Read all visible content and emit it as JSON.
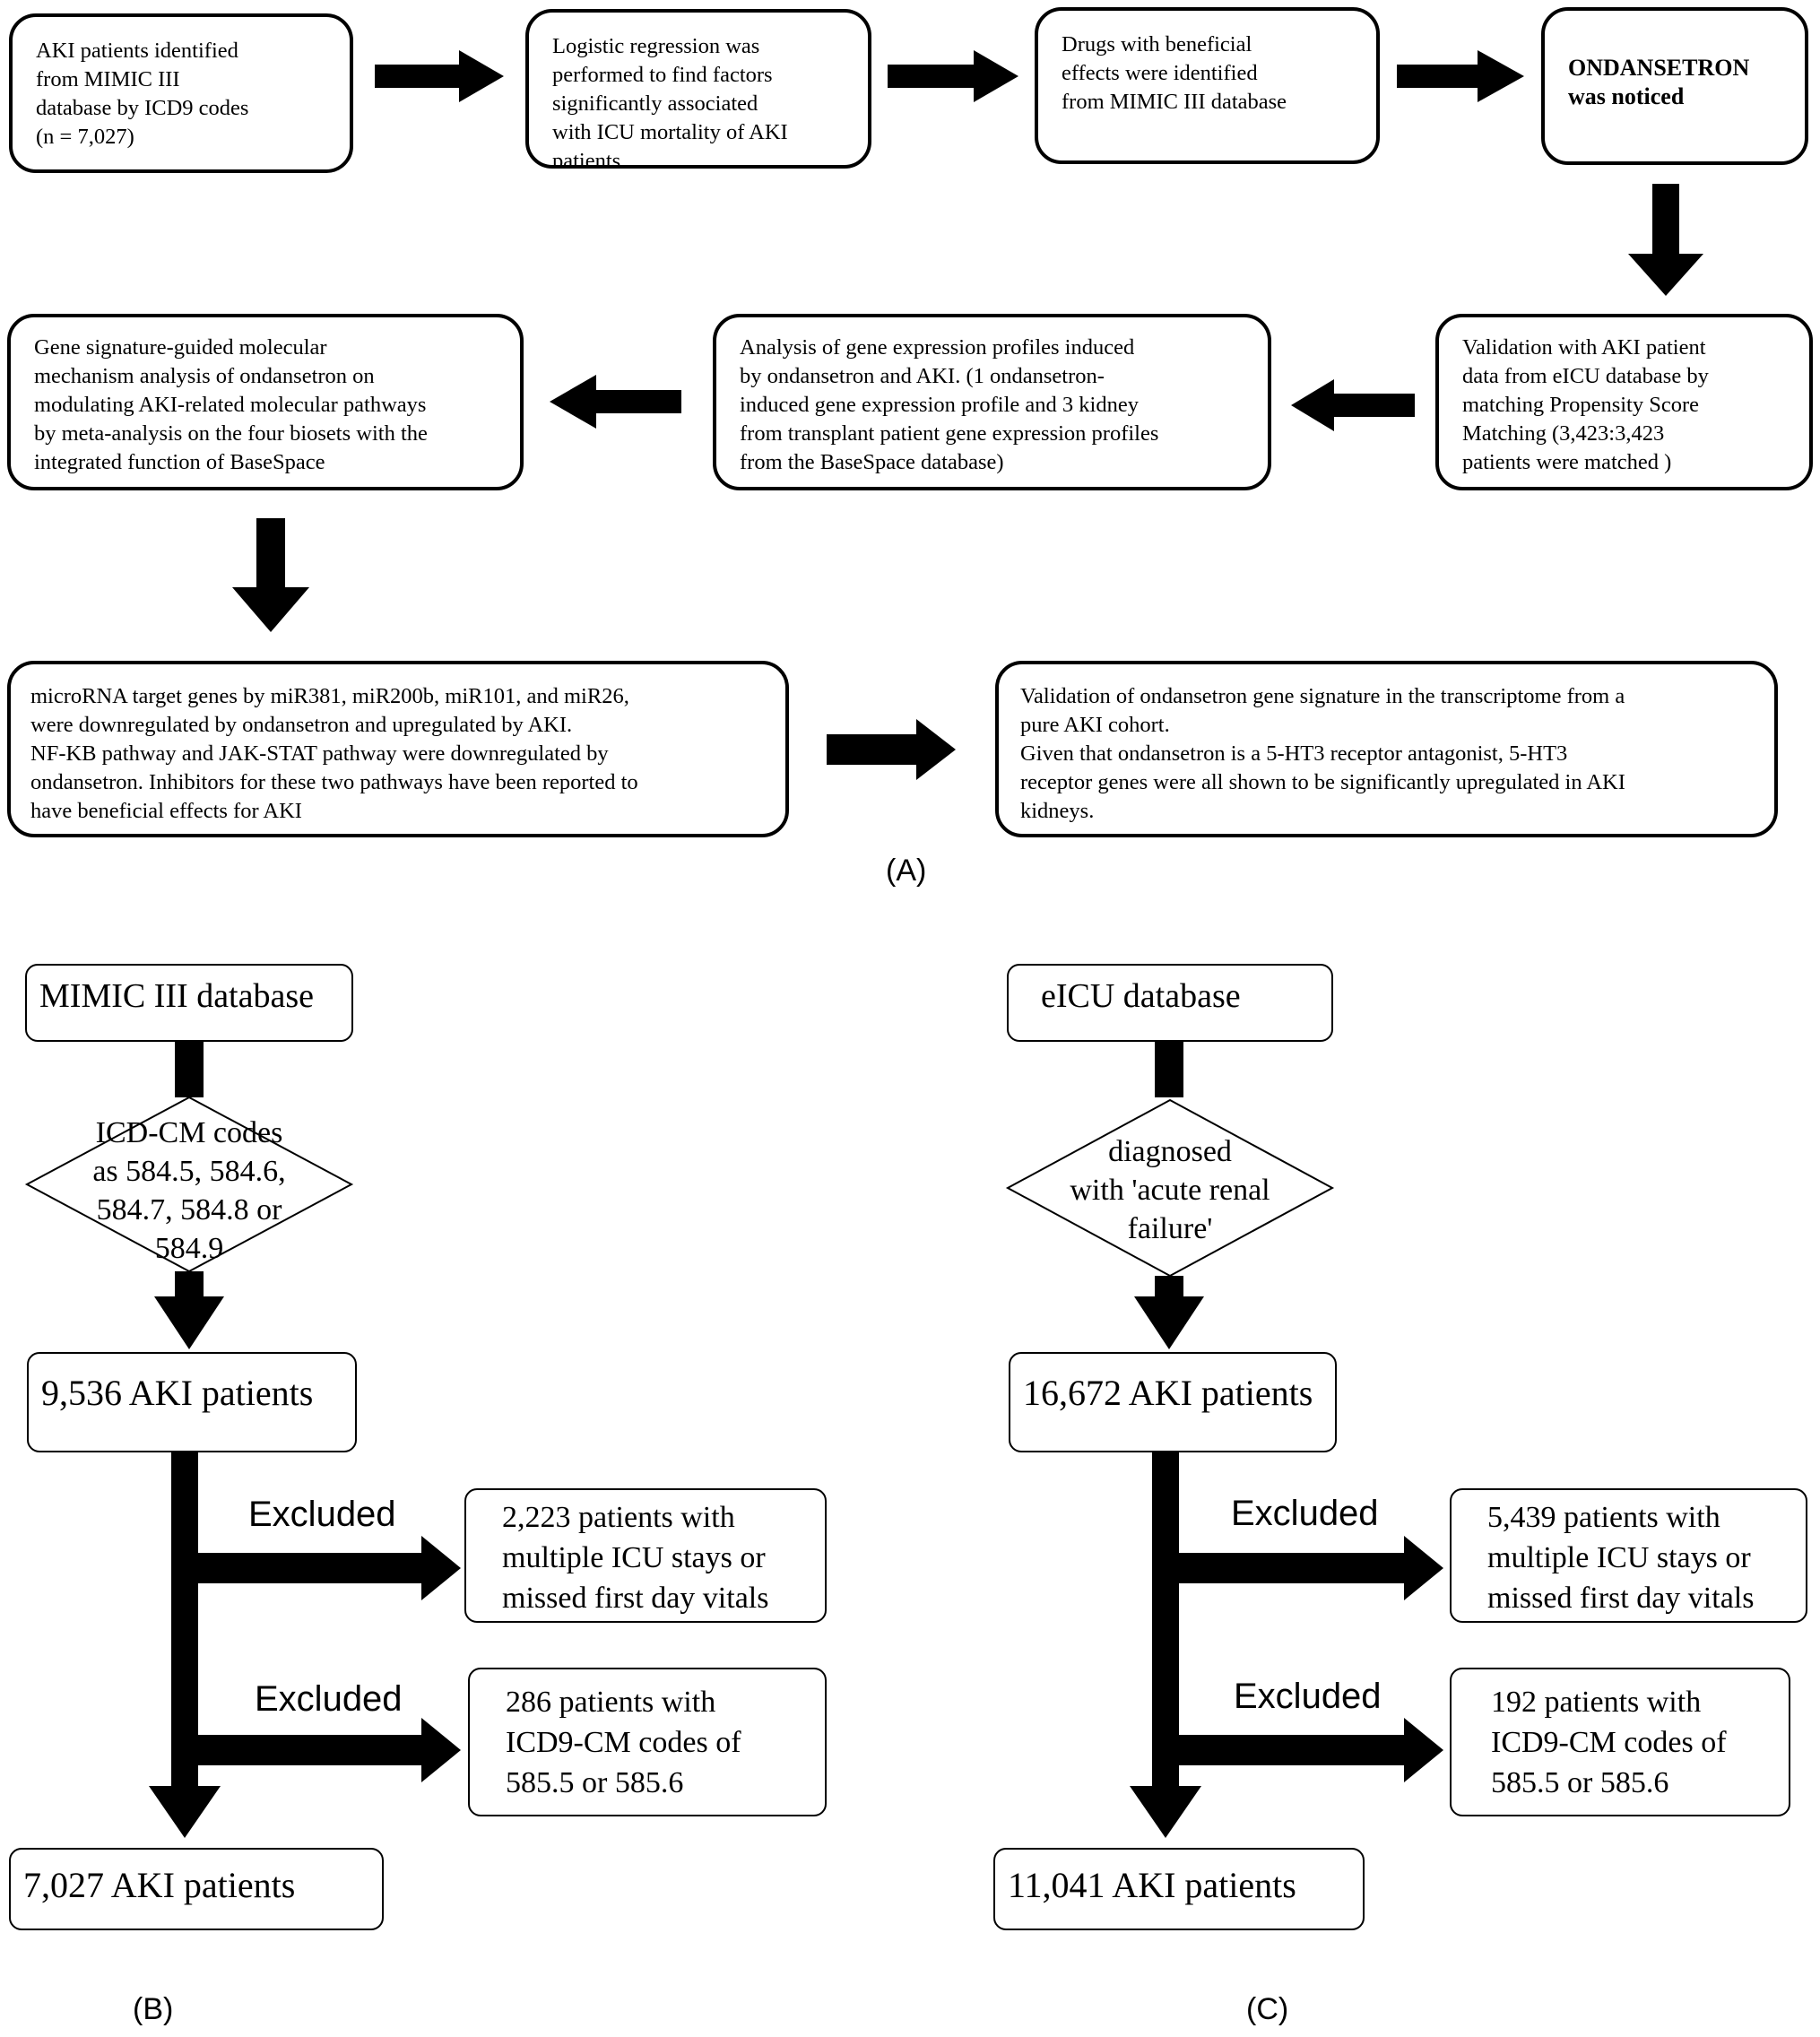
{
  "panel_a": {
    "label": "(A)",
    "boxes": [
      {
        "text": "AKI patients identified\nfrom MIMIC III\ndatabase by ICD9 codes\n(n = 7,027)"
      },
      {
        "text": "Logistic regression was\nperformed to find factors\nsignificantly associated\nwith ICU mortality of AKI\npatients."
      },
      {
        "text": "Drugs with beneficial\neffects were identified\nfrom MIMIC III database"
      },
      {
        "text": "ONDANSETRON\nwas noticed"
      },
      {
        "text": "Validation with AKI patient\ndata from eICU database by\nmatching Propensity Score\nMatching (3,423:3,423\npatients were matched )"
      },
      {
        "text": "Analysis of gene expression profiles induced\nby ondansetron and AKI. (1 ondansetron-\ninduced gene expression profile and 3 kidney\nfrom transplant patient gene expression profiles\nfrom the BaseSpace database)"
      },
      {
        "text": "Gene signature-guided molecular\nmechanism analysis of ondansetron on\nmodulating AKI-related molecular pathways\nby meta-analysis on the four biosets with the\nintegrated function of BaseSpace"
      },
      {
        "text": "microRNA target genes by miR381, miR200b, miR101, and miR26,\nwere downregulated by ondansetron and upregulated by AKI.\nNF-KB pathway and JAK-STAT pathway  were downregulated by\nondansetron. Inhibitors for these two pathways have been reported to\nhave beneficial effects for AKI"
      },
      {
        "text": "Validation of ondansetron gene signature in the transcriptome from a\npure AKI cohort.\nGiven that ondansetron is a 5-HT3 receptor antagonist, 5-HT3\nreceptor genes were all shown to be significantly upregulated in AKI\nkidneys."
      }
    ]
  },
  "panel_b": {
    "label": "(B)",
    "source": "MIMIC III database",
    "criteria": "ICD-CM codes\nas 584.5, 584.6,\n584.7, 584.8 or\n584.9",
    "initial": "9,536 AKI patients",
    "excluded_label_1": "Excluded",
    "excluded_1": "2,223 patients with\nmultiple ICU stays  or\nmissed first day vitals",
    "excluded_label_2": "Excluded",
    "excluded_2": "286 patients with\nICD9-CM codes of\n585.5 or 585.6",
    "final": "7,027 AKI patients"
  },
  "panel_c": {
    "label": "(C)",
    "source": "eICU database",
    "criteria": "diagnosed\nwith 'acute renal\nfailure'",
    "initial": "16,672 AKI patients",
    "excluded_label_1": "Excluded",
    "excluded_1": "5,439 patients with\nmultiple ICU stays  or\nmissed first day vitals",
    "excluded_label_2": "Excluded",
    "excluded_2": "192 patients with\nICD9-CM codes of\n585.5 or 585.6",
    "final": "11,041 AKI patients"
  }
}
